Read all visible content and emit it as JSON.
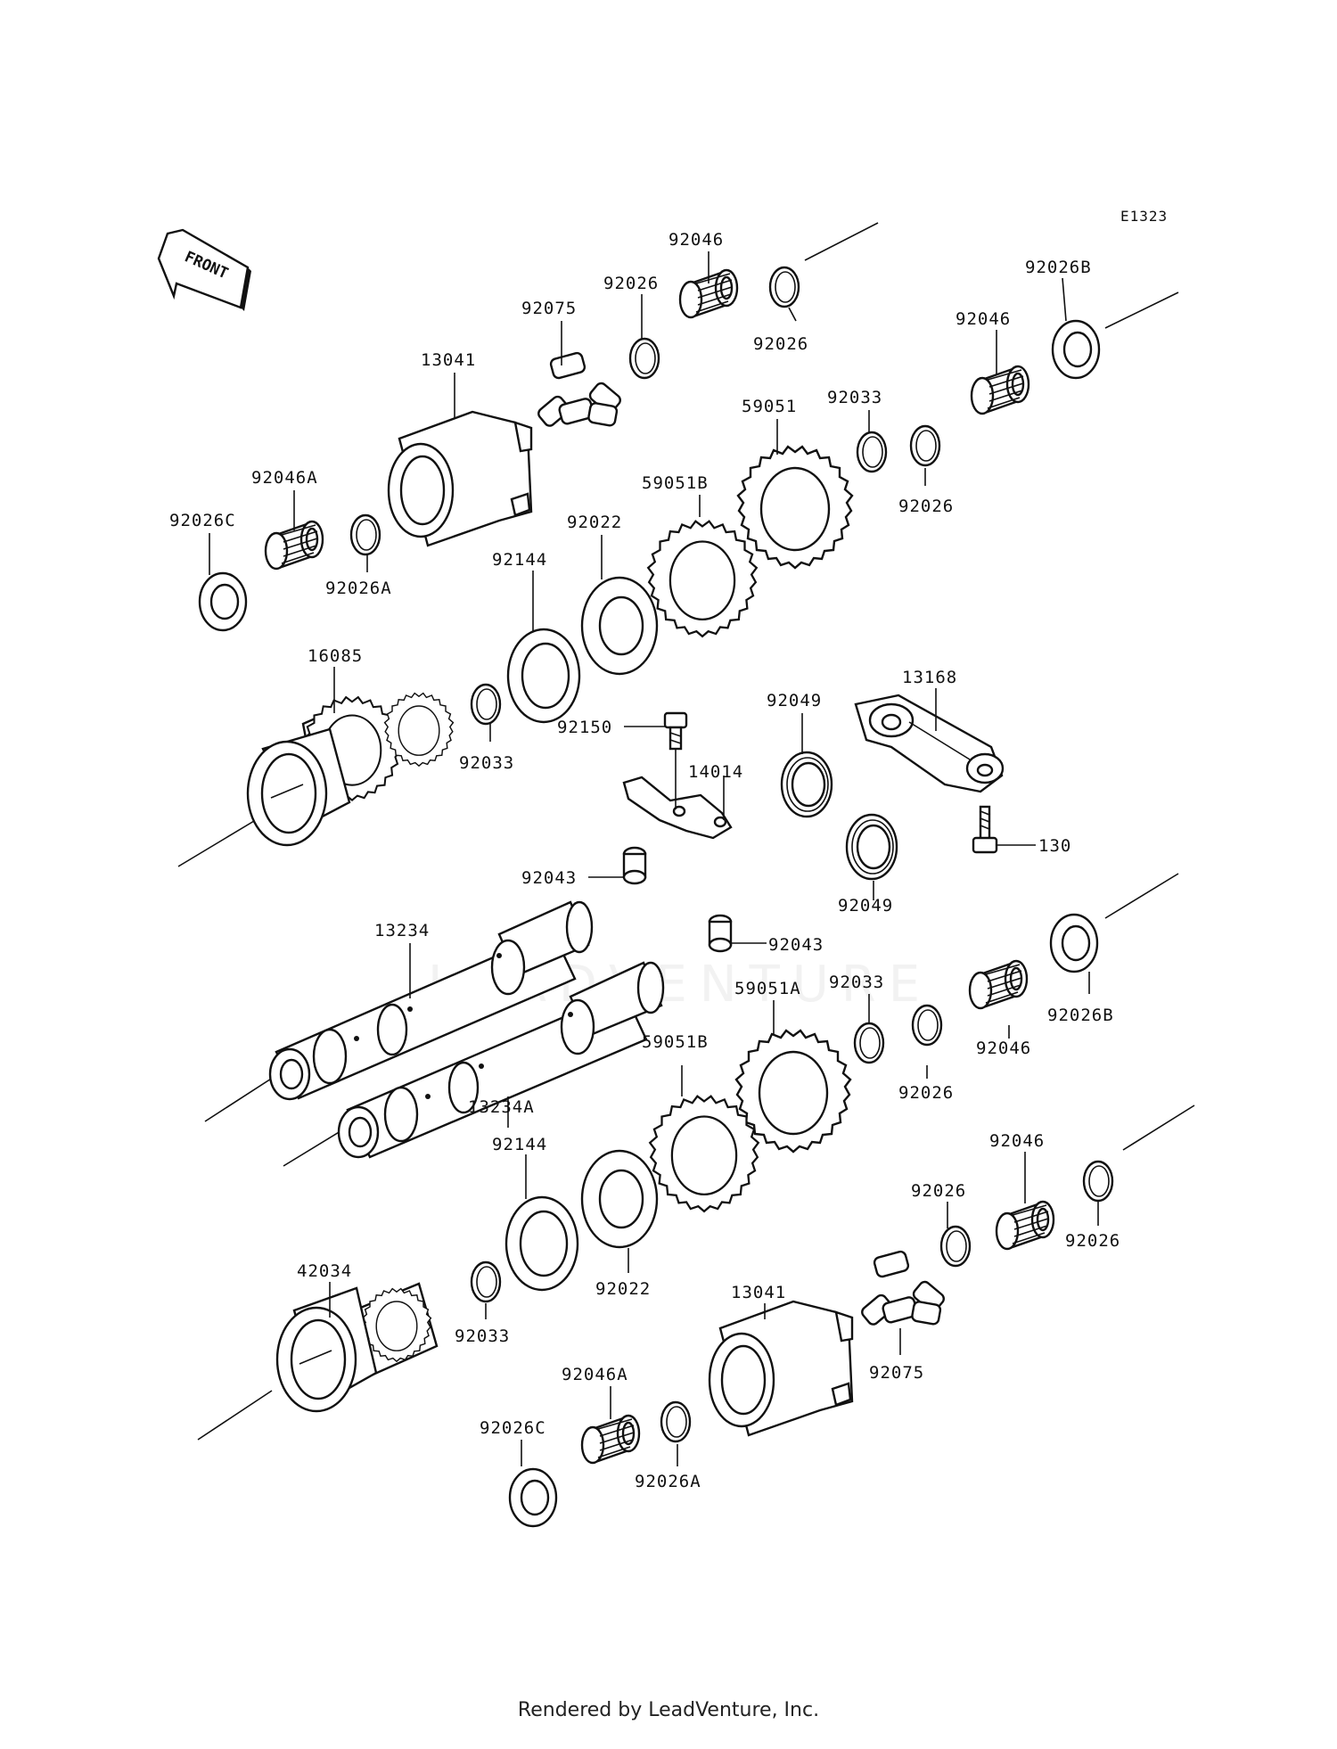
{
  "diagram": {
    "code": "E1323",
    "front_label": "FRONT",
    "watermark": "LEADVENTURE",
    "labels": [
      {
        "id": "l-92046-top",
        "text": "92046"
      },
      {
        "id": "l-92026-top-a",
        "text": "92026"
      },
      {
        "id": "l-92026-top-b",
        "text": "92026"
      },
      {
        "id": "l-92075-top",
        "text": "92075"
      },
      {
        "id": "l-92026B-top",
        "text": "92026B"
      },
      {
        "id": "l-92046-top-r",
        "text": "92046"
      },
      {
        "id": "l-13041-top",
        "text": "13041"
      },
      {
        "id": "l-92033-top",
        "text": "92033"
      },
      {
        "id": "l-59051",
        "text": "59051"
      },
      {
        "id": "l-59051B-top",
        "text": "59051B"
      },
      {
        "id": "l-92046A-top",
        "text": "92046A"
      },
      {
        "id": "l-92026-mid",
        "text": "92026"
      },
      {
        "id": "l-92026C-top",
        "text": "92026C"
      },
      {
        "id": "l-92022-top",
        "text": "92022"
      },
      {
        "id": "l-92026A-top",
        "text": "92026A"
      },
      {
        "id": "l-92144-top",
        "text": "92144"
      },
      {
        "id": "l-16085",
        "text": "16085"
      },
      {
        "id": "l-13168",
        "text": "13168"
      },
      {
        "id": "l-92049-a",
        "text": "92049"
      },
      {
        "id": "l-92150",
        "text": "92150"
      },
      {
        "id": "l-92033-mid",
        "text": "92033"
      },
      {
        "id": "l-14014",
        "text": "14014"
      },
      {
        "id": "l-130",
        "text": "130"
      },
      {
        "id": "l-92043-a",
        "text": "92043"
      },
      {
        "id": "l-92043-b",
        "text": "92043"
      },
      {
        "id": "l-92049-b",
        "text": "92049"
      },
      {
        "id": "l-13234",
        "text": "13234"
      },
      {
        "id": "l-92033-r",
        "text": "92033"
      },
      {
        "id": "l-59051A",
        "text": "59051A"
      },
      {
        "id": "l-92026B-r",
        "text": "92026B"
      },
      {
        "id": "l-92046-r",
        "text": "92046"
      },
      {
        "id": "l-92026-r",
        "text": "92026"
      },
      {
        "id": "l-13234A",
        "text": "13234A"
      },
      {
        "id": "l-59051B-bot",
        "text": "59051B"
      },
      {
        "id": "l-92144-bot",
        "text": "92144"
      },
      {
        "id": "l-92046-bot",
        "text": "92046"
      },
      {
        "id": "l-92026-bot-a",
        "text": "92026"
      },
      {
        "id": "l-92026-bot-b",
        "text": "92026"
      },
      {
        "id": "l-42034",
        "text": "42034"
      },
      {
        "id": "l-92022-bot",
        "text": "92022"
      },
      {
        "id": "l-13041-bot",
        "text": "13041"
      },
      {
        "id": "l-92033-bot",
        "text": "92033"
      },
      {
        "id": "l-92075-bot",
        "text": "92075"
      },
      {
        "id": "l-92046A-bot",
        "text": "92046A"
      },
      {
        "id": "l-92026C-bot",
        "text": "92026C"
      },
      {
        "id": "l-92026A-bot",
        "text": "92026A"
      }
    ]
  },
  "footer": {
    "text": "Rendered by LeadVenture, Inc."
  }
}
